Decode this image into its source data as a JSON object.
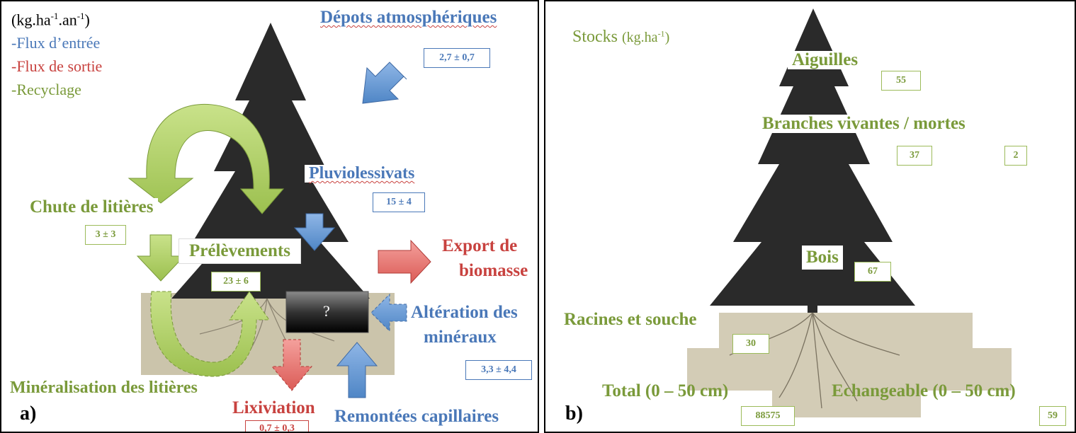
{
  "panel_a": {
    "unit_prefix": "(kg.ha",
    "unit_sup1": "-1",
    "unit_mid": ".an",
    "unit_sup2": "-1",
    "unit_suffix": ")",
    "legend": {
      "input": "-Flux d’entrée",
      "output": "-Flux de sortie",
      "recycling": "-Recyclage"
    },
    "atmospheric": {
      "label": "Dépots atmosphériques",
      "value": "2,7 ± 0,7"
    },
    "throughfall": {
      "label": "Pluviolessivats",
      "value": "15 ± 4"
    },
    "litterfall": {
      "label": "Chute de litières",
      "value": "3 ± 3"
    },
    "uptake": {
      "label": "Prélèvements",
      "value": "23 ± 6"
    },
    "export": {
      "label_line1": "Export de",
      "label_line2": "biomasse"
    },
    "unknown_box": "?",
    "weathering": {
      "label_line1": "Altération des",
      "label_line2": "minéraux",
      "value": "3,3 ± 4,4"
    },
    "mineralisation": {
      "label": "Minéralisation des litières"
    },
    "leaching": {
      "label": "Lixiviation",
      "value": "0,7 ± 0,3"
    },
    "capillary": {
      "label": "Remontées capillaires"
    },
    "panel_label": "a)"
  },
  "panel_b": {
    "stocks_title": "Stocks",
    "stocks_unit_prefix": "(kg.ha",
    "stocks_unit_sup": "-1",
    "stocks_unit_suffix": ")",
    "needles": {
      "label": "Aiguilles",
      "value": "55"
    },
    "branches": {
      "label": "Branches vivantes / mortes",
      "value_live": "37",
      "value_dead": "2"
    },
    "wood": {
      "label": "Bois",
      "value": "67"
    },
    "roots": {
      "label": "Racines et souche",
      "value": "30"
    },
    "total": {
      "label": "Total (0 – 50 cm)",
      "value": "88575"
    },
    "exchangeable": {
      "label": "Echangeable (0 – 50 cm)",
      "value": "59"
    },
    "panel_label": "b)"
  },
  "colors": {
    "input": "#4a78b8",
    "output": "#c8423f",
    "recycling": "#7a9a3a",
    "soil": "#cbc4ab"
  }
}
